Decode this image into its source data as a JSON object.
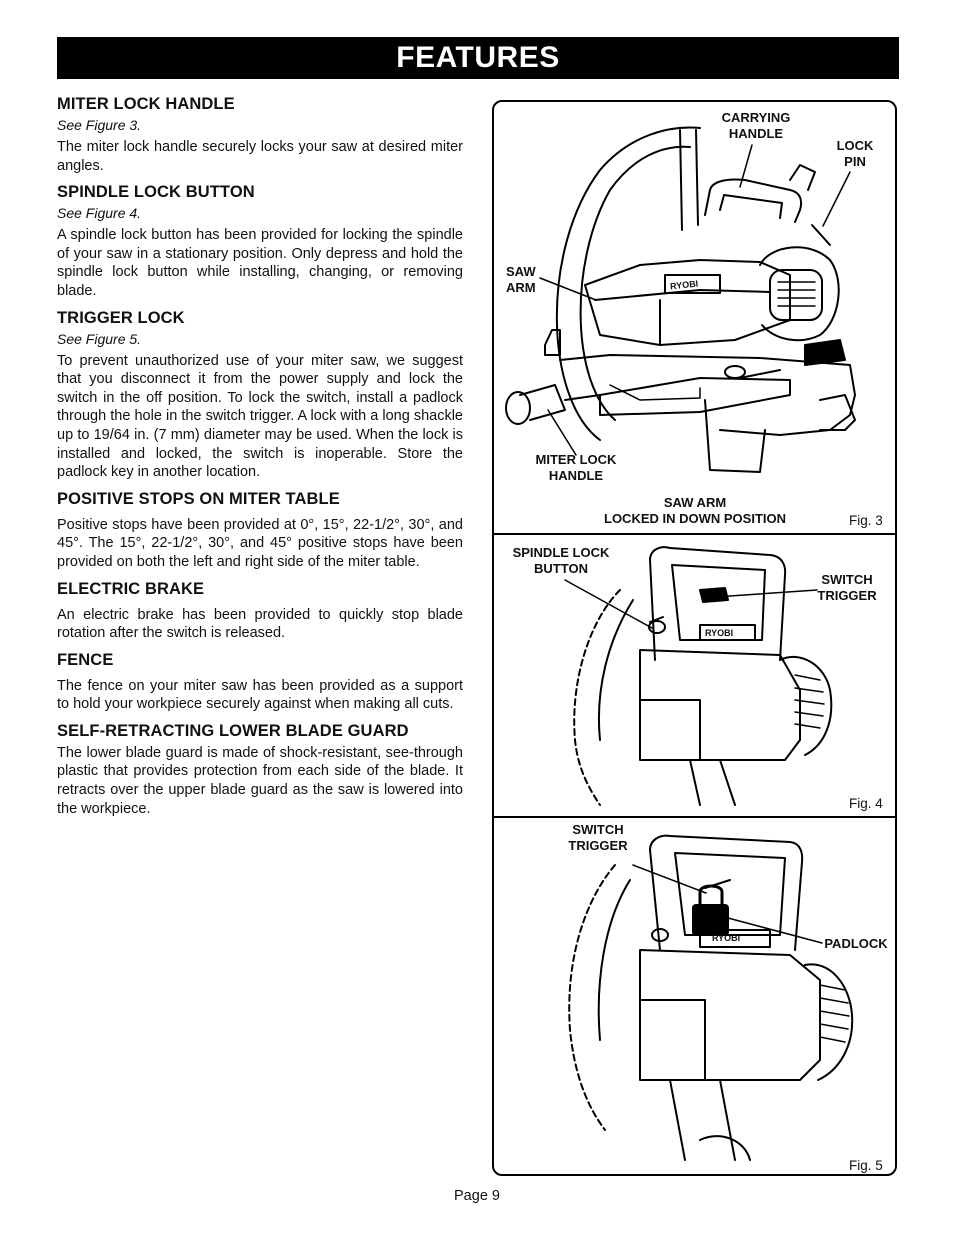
{
  "header": {
    "title": "FEATURES"
  },
  "sections": [
    {
      "title": "MITER LOCK HANDLE",
      "see": "See Figure 3.",
      "body": "The miter lock handle securely locks your saw at desired miter angles."
    },
    {
      "title": "SPINDLE LOCK BUTTON",
      "see": "See Figure 4.",
      "body": "A spindle lock button has been provided for locking the spindle of your saw in a stationary position. Only depress and hold the spindle lock button while installing, changing, or removing blade."
    },
    {
      "title": "TRIGGER LOCK",
      "see": "See Figure 5.",
      "body": "To prevent unauthorized use of your miter saw, we suggest that you disconnect it from the power supply and lock the switch in the off position. To lock the switch, install a padlock through the hole in the switch trigger. A lock with a long shackle up to 19/64 in. (7 mm) diameter may be used. When the lock is installed and locked, the switch is inoperable. Store the padlock key in another location."
    },
    {
      "title": "POSITIVE STOPS ON MITER TABLE",
      "see": "",
      "body": "Positive stops have been provided at 0°, 15°, 22-1/2°, 30°, and 45°. The 15°, 22-1/2°, 30°, and 45° positive stops have been provided on both the left and right side of the miter table."
    },
    {
      "title": "ELECTRIC BRAKE",
      "see": "",
      "body": "An electric brake has been provided to quickly stop blade rotation after the switch is released."
    },
    {
      "title": "FENCE",
      "see": "",
      "body": "The fence on your miter saw has been provided as a support to hold your workpiece securely against when making all cuts."
    },
    {
      "title": "SELF-RETRACTING LOWER BLADE GUARD",
      "see": "",
      "body": "The lower blade guard is made of shock-resistant, see-through plastic that provides protection from each side of the blade. It retracts over the upper blade guard as the saw is lowered into the workpiece."
    }
  ],
  "figures": {
    "fig3": {
      "label": "Fig. 3",
      "callouts": {
        "carrying_handle": "CARRYING\nHANDLE",
        "lock_pin": "LOCK\nPIN",
        "saw_arm": "SAW\nARM",
        "miter_lock_handle": "MITER LOCK\nHANDLE",
        "saw_arm_locked": "SAW ARM\nLOCKED IN DOWN POSITION"
      },
      "brand": "RYOBI"
    },
    "fig4": {
      "label": "Fig. 4",
      "callouts": {
        "spindle_lock_button": "SPINDLE LOCK\nBUTTON",
        "switch_trigger": "SWITCH\nTRIGGER"
      },
      "brand": "RYOBI"
    },
    "fig5": {
      "label": "Fig. 5",
      "callouts": {
        "switch_trigger": "SWITCH\nTRIGGER",
        "padlock": "PADLOCK"
      },
      "brand": "RYOBI"
    }
  },
  "footer": {
    "page": "Page 9"
  }
}
